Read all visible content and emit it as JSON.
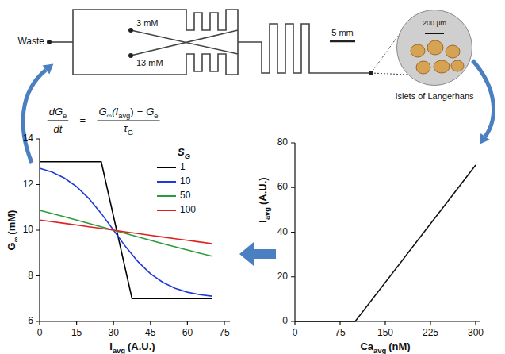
{
  "diagram": {
    "nodes": [
      {
        "text": [
          "200 μm"
        ]
      }
    ],
    "labels": [
      "Waste",
      "3 mM",
      "13 mM",
      "5 mm",
      "Islets of Langerhans",
      "dG",
      "e",
      "dt",
      "=",
      "G",
      "∞",
      "(I",
      "avg",
      ")",
      "−",
      "G",
      "e",
      "τ",
      "G",
      "14",
      "12",
      "10",
      "8",
      "6",
      "0",
      "15",
      "30",
      "45",
      "60",
      "75",
      "G",
      "∞",
      "(mM)",
      "I",
      "avg",
      "(A.U.)",
      "S",
      "G",
      "80",
      "60",
      "40",
      "20",
      "0",
      "0",
      "75",
      "150",
      "225",
      "300",
      "I",
      "avg",
      "(A.U.)",
      "Ca",
      "avg",
      "(nM)"
    ],
    "legend": [
      {
        "text": "1"
      },
      {
        "text": "10"
      },
      {
        "text": "50"
      },
      {
        "text": "100"
      }
    ]
  }
}
